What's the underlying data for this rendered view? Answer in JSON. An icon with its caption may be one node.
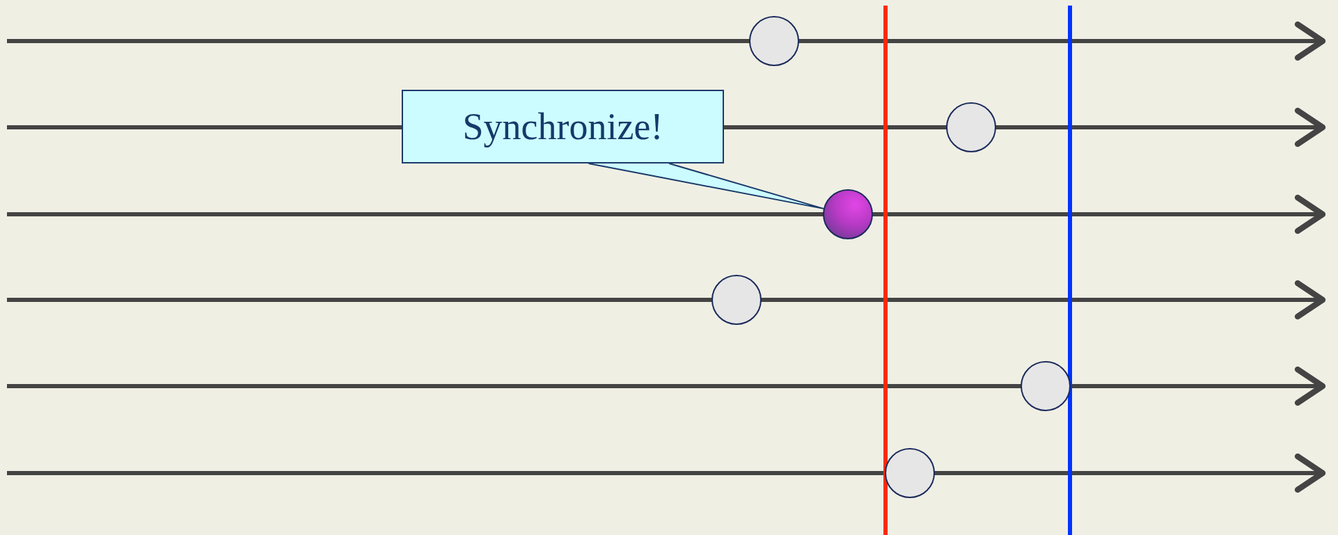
{
  "diagram": {
    "nodes": [
      {
        "text": [
          "Synchronize!"
        ]
      },
      {
        "text": [],
        "shape": "circle"
      },
      {
        "text": [],
        "shape": "circle"
      },
      {
        "text": [],
        "shape": "circle"
      },
      {
        "text": [],
        "shape": "circle"
      },
      {
        "text": [],
        "shape": "circle"
      },
      {
        "text": [],
        "shape": "circle"
      }
    ],
    "edges": [
      {
        "from": 0,
        "to": 3,
        "arrow": "none"
      }
    ]
  }
}
